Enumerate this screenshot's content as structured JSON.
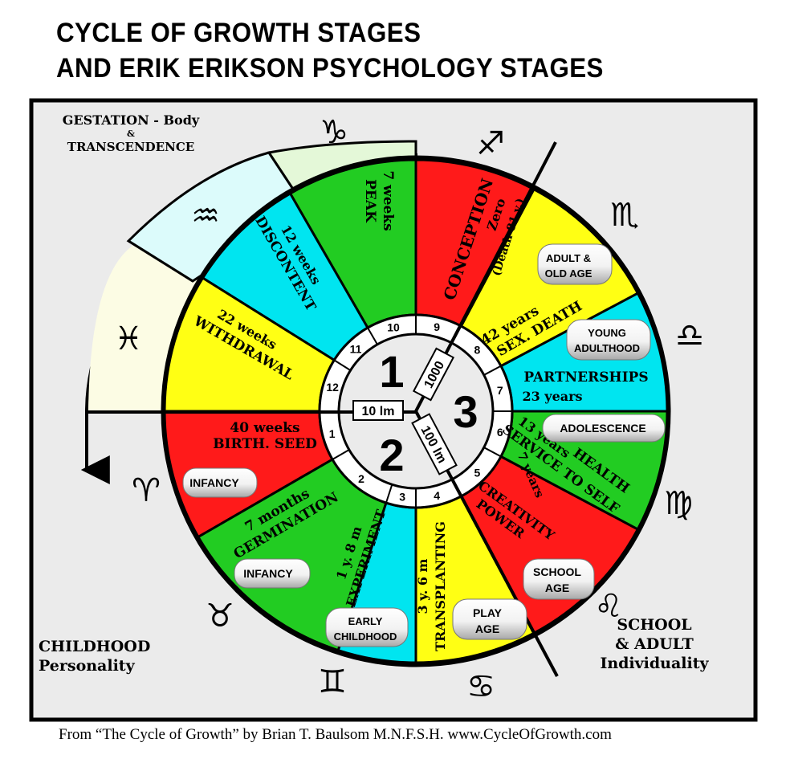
{
  "header": {
    "title_line1": "CYCLE OF GROWTH STAGES",
    "title_line2": "AND ERIK ERIKSON PSYCHOLOGY STAGES"
  },
  "corners": {
    "gestation": {
      "line1": "GESTATION - Body",
      "line2": "&",
      "line3": "TRANSCENDENCE"
    },
    "childhood": {
      "line1": "CHILDHOOD",
      "line2": "Personality"
    },
    "school_adult": {
      "line1": "SCHOOL",
      "line2": "& ADULT",
      "line3": "Individuality"
    }
  },
  "footer": {
    "credit": "From  “The Cycle of Growth” by Brian T. Baulsom M.N.F.S.H.   www.CycleOfGrowth.com"
  },
  "center": {
    "num1": "1",
    "num2": "2",
    "num3": "3",
    "box_10lm": "10 lm",
    "box_1000": "1000",
    "box_100lm": "100 lm"
  },
  "ring_numbers": [
    "1",
    "2",
    "3",
    "4",
    "5",
    "6",
    "7",
    "8",
    "9",
    "10",
    "11",
    "12"
  ],
  "colors": {
    "red": "#ff1a1a",
    "green": "#22cc22",
    "cyan": "#00e5f0",
    "yellow": "#ffff14",
    "outer_cyan_light": "#dcfbfb",
    "outer_green_light": "#e4f8d8",
    "outer_cream": "#fcfce4",
    "panel": "#ebebeb"
  },
  "sectors": [
    {
      "id": "birth-seed",
      "line1": "40 weeks",
      "line2": "BIRTH. SEED",
      "color": "red"
    },
    {
      "id": "germination",
      "line1": "7 months",
      "line2": "GERMINATION",
      "color": "green"
    },
    {
      "id": "experiment",
      "line1": "1 y. 8 m",
      "line2": "EXPERIMENT",
      "color": "cyan"
    },
    {
      "id": "transplanting",
      "line1": "3 y. 6 m",
      "line2": "TRANSPLANTING",
      "color": "yellow"
    },
    {
      "id": "creativity",
      "line1": "7 years",
      "line2": "CREATIVITY",
      "line3": "POWER",
      "color": "red"
    },
    {
      "id": "health",
      "line1": "13 years",
      "line2": "SERVICE TO SELF",
      "line3": "HEALTH",
      "color": "green"
    },
    {
      "id": "partnerships",
      "line1": "PARTNERSHIPS",
      "line2": "23 years",
      "color": "cyan"
    },
    {
      "id": "sex-death",
      "line1": "42 years",
      "line2": "SEX. DEATH",
      "color": "yellow"
    },
    {
      "id": "conception",
      "line1": "CONCEPTION",
      "line2": "Zero",
      "line3": "(Death 81 y.)",
      "color": "red"
    },
    {
      "id": "peak",
      "line1": "7 weeks",
      "line2": "PEAK",
      "color": "green"
    },
    {
      "id": "discontent",
      "line1": "12 weeks",
      "line2": "DISCONTENT",
      "color": "cyan"
    },
    {
      "id": "withdrawal",
      "line1": "22 weeks",
      "line2": "WITHDRAWAL",
      "color": "yellow"
    }
  ],
  "erikson_labels": [
    {
      "id": "infancy-1",
      "line1": "INFANCY"
    },
    {
      "id": "infancy-2",
      "line1": "INFANCY"
    },
    {
      "id": "early-childhood",
      "line1": "EARLY",
      "line2": "CHILDHOOD"
    },
    {
      "id": "play-age",
      "line1": "PLAY",
      "line2": "AGE"
    },
    {
      "id": "school-age",
      "line1": "SCHOOL",
      "line2": "AGE"
    },
    {
      "id": "adolescence",
      "line1": "ADOLESCENCE"
    },
    {
      "id": "young-adulthood",
      "line1": "YOUNG",
      "line2": "ADULTHOOD"
    },
    {
      "id": "adult-old-age",
      "line1": "ADULT &",
      "line2": "OLD AGE"
    }
  ],
  "zodiac": [
    {
      "name": "capricorn",
      "glyph": "♑"
    },
    {
      "name": "sagittarius",
      "glyph": "♐"
    },
    {
      "name": "scorpio",
      "glyph": "♏"
    },
    {
      "name": "libra",
      "glyph": "♎"
    },
    {
      "name": "virgo",
      "glyph": "♍"
    },
    {
      "name": "leo",
      "glyph": "♌"
    },
    {
      "name": "cancer",
      "glyph": "♋"
    },
    {
      "name": "gemini",
      "glyph": "♊"
    },
    {
      "name": "taurus",
      "glyph": "♉"
    },
    {
      "name": "aries",
      "glyph": "♈"
    },
    {
      "name": "pisces",
      "glyph": "♓"
    },
    {
      "name": "aquarius",
      "glyph": "♒"
    }
  ]
}
